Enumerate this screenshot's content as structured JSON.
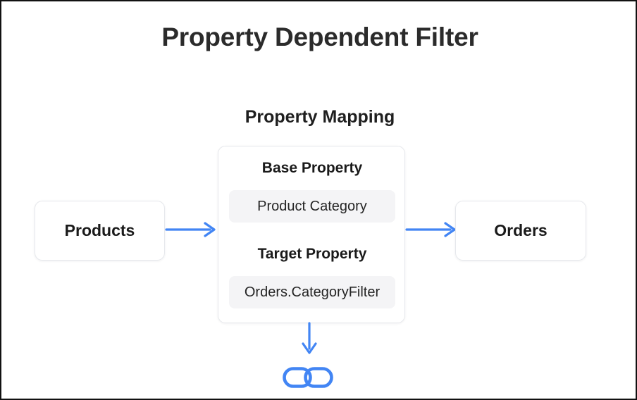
{
  "page": {
    "title": "Property Dependent Filter",
    "accent_color": "#4285f4",
    "text_color": "#1a1a1a",
    "background": "#ffffff",
    "border_color": "#e6e8ec",
    "chip_background": "#f4f4f6"
  },
  "section": {
    "heading": "Property Mapping"
  },
  "source": {
    "label": "Products"
  },
  "target": {
    "label": "Orders"
  },
  "mapping": {
    "base": {
      "label": "Base Property",
      "value": "Product Category"
    },
    "target": {
      "label": "Target Property",
      "value": "Orders.CategoryFilter"
    }
  },
  "connectors": {
    "source_to_mapping": "arrow-right-icon",
    "mapping_to_target": "arrow-right-icon",
    "mapping_to_link": "arrow-down-icon"
  },
  "link_badge": {
    "icon": "link-chain-icon"
  }
}
